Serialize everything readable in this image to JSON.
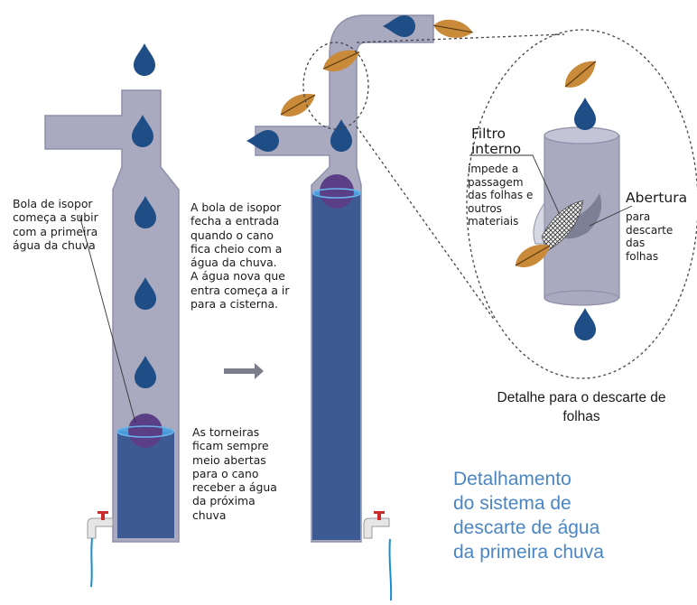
{
  "labels": {
    "bola_sobe": "Bola de isopor\ncomeça a subir\ncom a primeira\nágua da chuva",
    "bola_fecha": "A bola de isopor\nfecha a entrada\nquando o cano\nfica cheio com a\nágua da chuva.\nA água nova que\nentra começa a ir\npara a cisterna.",
    "torneiras": "As torneiras\nficam sempre\nmeio abertas\npara o cano\nreceber a água\nda próxima\nchuva",
    "filtro_title": "Filtro\ninterno",
    "filtro_text": "impede a\npassagem\ndas folhas e\noutros\nmateriais",
    "abertura_title": "Abertura",
    "abertura_text": "para\ndescarte\ndas\nfolhas",
    "detalhe_caption": "Detalhe para o descarte de folhas"
  },
  "title": "Detalhamento\ndo sistema de\ndescarte de água\nda primeira chuva",
  "colors": {
    "pipe": "#a9aac0",
    "pipe_outline": "#8e8fa8",
    "water": "#3d5a92",
    "drop": "#1f4e86",
    "ball": "#5b3f86",
    "ring": "#4a9fe0",
    "leaf": "#c98a3a",
    "title": "#4a86c4"
  }
}
